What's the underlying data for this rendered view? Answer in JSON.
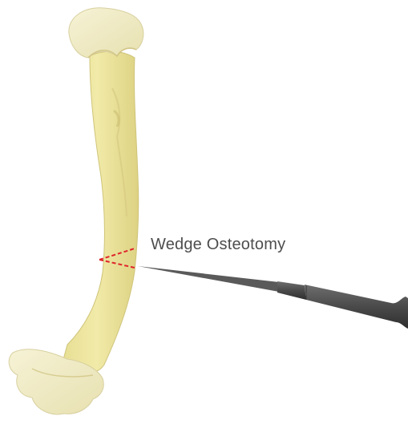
{
  "annotation": {
    "label": "Wedge Osteotomy"
  },
  "colors": {
    "bone_shaft": "#ede59e",
    "bone_shadow": "#d9cf86",
    "bone_epiphysis": "#f3efc8",
    "cut_line": "#e0242b",
    "instrument": "#555555",
    "label_text": "#4d4d4d"
  },
  "illustration": {
    "subject": "humerus-bone",
    "tool": "surgical-osteotome"
  }
}
